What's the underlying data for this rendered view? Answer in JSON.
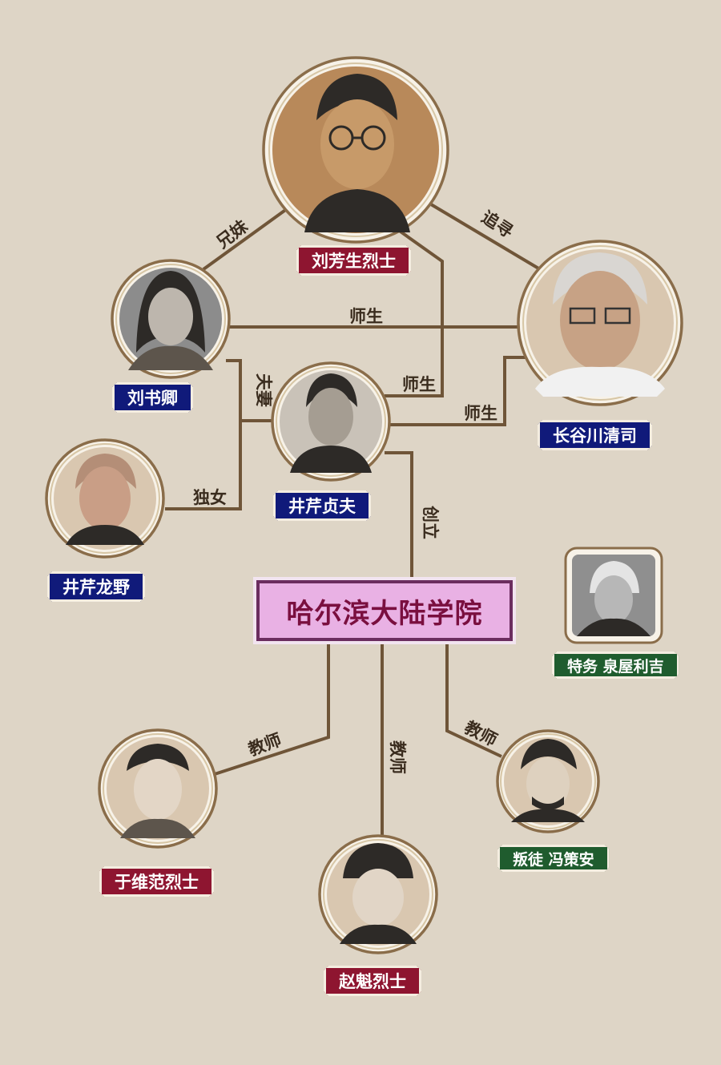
{
  "institution": {
    "label": "哈尔滨大陆学院"
  },
  "people": {
    "liu_fangsheng": {
      "name": "刘芳生烈士",
      "role": "martyr"
    },
    "liu_shuqing": {
      "name": "刘书卿",
      "role": "person"
    },
    "hasegawa": {
      "name": "长谷川清司",
      "role": "person"
    },
    "izeri_sadao": {
      "name": "井芹贞夫",
      "role": "person"
    },
    "izeri_tatsuno": {
      "name": "井芹龙野",
      "role": "person"
    },
    "izumiya": {
      "name": "特务 泉屋利吉",
      "role": "enemy"
    },
    "yu_weifan": {
      "name": "于维范烈士",
      "role": "martyr"
    },
    "zhao_kui": {
      "name": "赵魁烈士",
      "role": "martyr"
    },
    "feng_cean": {
      "name": "叛徒 冯策安",
      "role": "enemy"
    }
  },
  "relations": {
    "siblings": "兄妹",
    "pursue": "追寻",
    "teacher_student_1": "师生",
    "teacher_student_2": "师生",
    "teacher_student_3": "师生",
    "spouses": "夫妻",
    "only_daughter": "独女",
    "founded": "创立",
    "teacher_1": "教师",
    "teacher_2": "教师",
    "teacher_3": "教师"
  },
  "colors": {
    "background": "#ded5c6",
    "connector": "#6f5538",
    "martyr_tag": "#8e1530",
    "person_tag": "#101a7a",
    "enemy_tag": "#1f5c2e",
    "institution_fill": "#e9b1e4",
    "institution_text": "#7a0f3f"
  }
}
